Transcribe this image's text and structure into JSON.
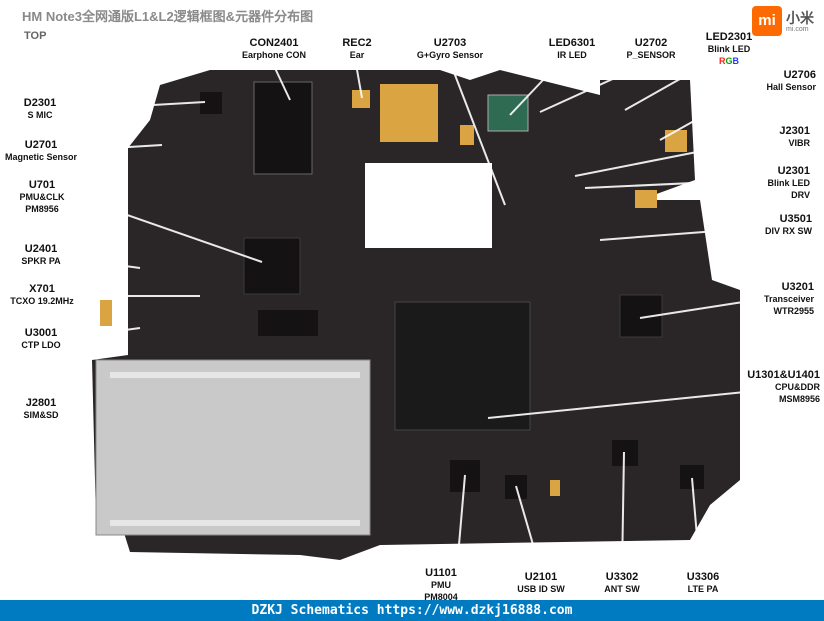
{
  "header": {
    "title": "HM Note3全网通版L1&L2逻辑框图&元器件分布图",
    "side": "TOP"
  },
  "brand": {
    "logo_text": "mi",
    "name": "小米",
    "url": "mi.com"
  },
  "labels": [
    {
      "id": "con2401",
      "ref": "CON2401",
      "desc": "Earphone CON"
    },
    {
      "id": "rec2",
      "ref": "REC2",
      "desc": "Ear"
    },
    {
      "id": "u2703",
      "ref": "U2703",
      "desc": "G+Gyro Sensor"
    },
    {
      "id": "led6301",
      "ref": "LED6301",
      "desc": "IR LED"
    },
    {
      "id": "u2702",
      "ref": "U2702",
      "desc": "P_SENSOR"
    },
    {
      "id": "led2301",
      "ref": "LED2301",
      "desc": "Blink LED",
      "extra": "RGB"
    },
    {
      "id": "u2706",
      "ref": "U2706",
      "desc": "Hall Sensor"
    },
    {
      "id": "d2301",
      "ref": "D2301",
      "desc": "S MIC"
    },
    {
      "id": "u2701",
      "ref": "U2701",
      "desc": "Magnetic Sensor"
    },
    {
      "id": "u701",
      "ref": "U701",
      "desc": "PMU&CLK",
      "desc2": "PM8956"
    },
    {
      "id": "j2301",
      "ref": "J2301",
      "desc": "VIBR"
    },
    {
      "id": "u2301",
      "ref": "U2301",
      "desc": "Blink LED",
      "desc2": "DRV"
    },
    {
      "id": "u3501",
      "ref": "U3501",
      "desc": "DIV RX SW"
    },
    {
      "id": "u2401",
      "ref": "U2401",
      "desc": "SPKR PA"
    },
    {
      "id": "x701",
      "ref": "X701",
      "desc": "TCXO 19.2MHz"
    },
    {
      "id": "u3201",
      "ref": "U3201",
      "desc": "Transceiver",
      "desc2": "WTR2955"
    },
    {
      "id": "u3001",
      "ref": "U3001",
      "desc": "CTP LDO"
    },
    {
      "id": "u1301",
      "ref": "U1301&U1401",
      "desc": "CPU&DDR",
      "desc2": "MSM8956"
    },
    {
      "id": "j2801",
      "ref": "J2801",
      "desc": "SIM&SD"
    },
    {
      "id": "u1101",
      "ref": "U1101",
      "desc": "PMU",
      "desc2": "PM8004"
    },
    {
      "id": "u2101",
      "ref": "U2101",
      "desc": "USB ID SW"
    },
    {
      "id": "u3302",
      "ref": "U3302",
      "desc": "ANT SW"
    },
    {
      "id": "u3306",
      "ref": "U3306",
      "desc": "LTE PA"
    }
  ],
  "colors": {
    "board": "#2a2627",
    "gold": "#d9a441",
    "chip": "#141213",
    "shield": "#c9c9c9",
    "footer": "#007bc2"
  },
  "footer": {
    "text": "DZKJ Schematics https://www.dzkj16888.com"
  }
}
